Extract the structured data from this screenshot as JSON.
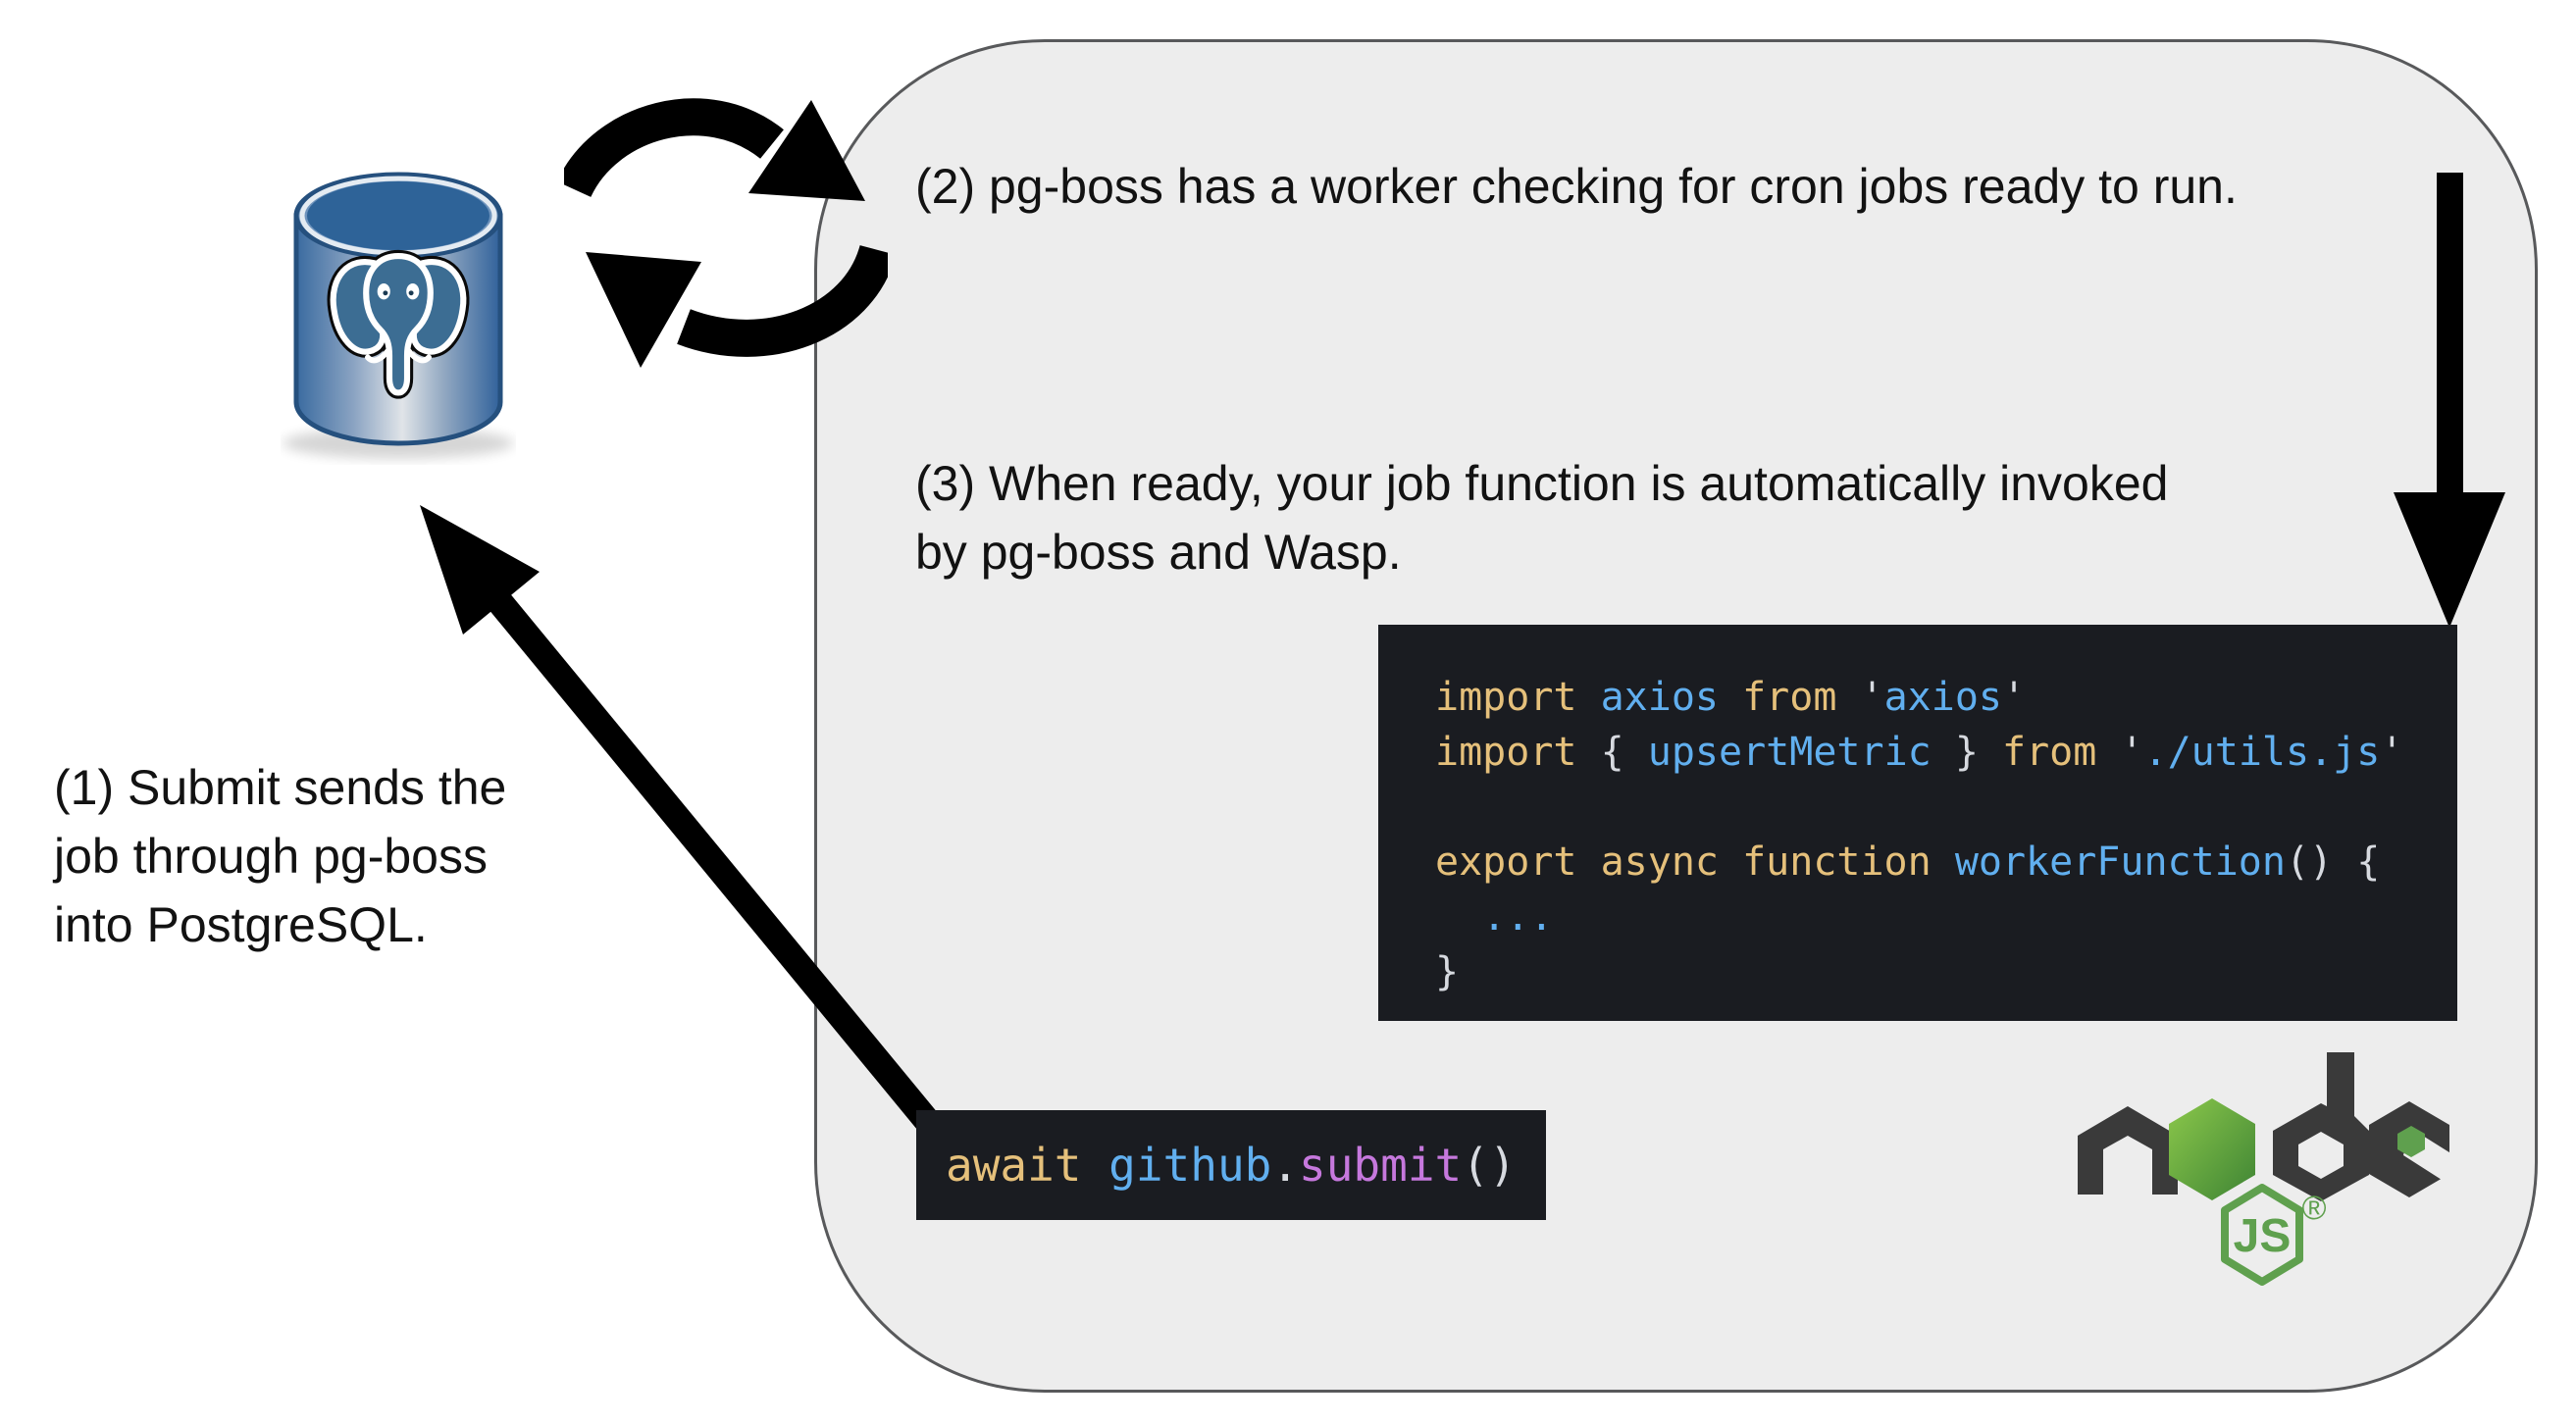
{
  "title": "pg-boss cron job flow diagram",
  "steps": {
    "step1": "(1) Submit sends the\njob through pg-boss\ninto PostgreSQL.",
    "step2": "(2) pg-boss has a worker checking for cron jobs ready to run.",
    "step3": "(3) When ready, your job function is automatically invoked\nby pg-boss and Wasp."
  },
  "palette": {
    "y": "#e5c07b",
    "b": "#61afef",
    "w": "#d7dae0",
    "p": "#c678dd"
  },
  "colors": {
    "box_fill": "#ededed",
    "box_border": "#58595b",
    "code_background": "#1a1c21",
    "arrow_black": "#000000",
    "node_dark": "#3a3a3a",
    "node_green": "#5fa04e",
    "postgres_blue": "#336791"
  },
  "code_blocks": {
    "worker": {
      "lines": [
        [
          {
            "t": "import ",
            "c": "y"
          },
          {
            "t": "axios",
            "c": "b"
          },
          {
            "t": " from ",
            "c": "y"
          },
          {
            "t": "'",
            "c": "w"
          },
          {
            "t": "axios",
            "c": "b"
          },
          {
            "t": "'",
            "c": "w"
          }
        ],
        [
          {
            "t": "import ",
            "c": "y"
          },
          {
            "t": "{ ",
            "c": "w"
          },
          {
            "t": "upsertMetric",
            "c": "b"
          },
          {
            "t": " } ",
            "c": "w"
          },
          {
            "t": "from ",
            "c": "y"
          },
          {
            "t": "'",
            "c": "w"
          },
          {
            "t": "./utils.js",
            "c": "b"
          },
          {
            "t": "'",
            "c": "w"
          }
        ],
        [],
        [
          {
            "t": "export async function ",
            "c": "y"
          },
          {
            "t": "workerFunction",
            "c": "b"
          },
          {
            "t": "() {",
            "c": "w"
          }
        ],
        [
          {
            "t": "  ...",
            "c": "b"
          }
        ],
        [
          {
            "t": "}",
            "c": "w"
          }
        ]
      ]
    },
    "submit": {
      "lines": [
        [
          {
            "t": "await ",
            "c": "y"
          },
          {
            "t": "github",
            "c": "b"
          },
          {
            "t": ".",
            "c": "w"
          },
          {
            "t": "submit",
            "c": "p"
          },
          {
            "t": "()",
            "c": "w"
          }
        ]
      ]
    }
  },
  "logos": {
    "postgresql": {
      "name": "PostgreSQL database"
    },
    "nodejs": {
      "wordmark": "node",
      "badge": "JS",
      "registered": "®"
    }
  },
  "icons": [
    {
      "name": "postgresql-database-icon",
      "meaning": "PostgreSQL database cylinder with elephant"
    },
    {
      "name": "sync-cycle-icon",
      "meaning": "repeating worker polling loop"
    },
    {
      "name": "down-arrow-icon",
      "meaning": "flow from step 2 into worker code"
    },
    {
      "name": "diagonal-arrow-icon",
      "meaning": "submit call flowing into PostgreSQL"
    },
    {
      "name": "nodejs-logo",
      "meaning": "Node.js runtime"
    }
  ]
}
